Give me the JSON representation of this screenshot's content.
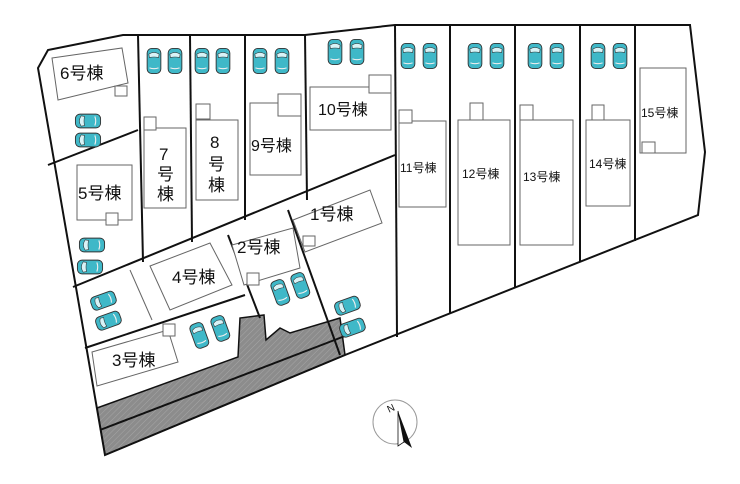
{
  "title": "区画図",
  "lots": {
    "l1": "1号棟",
    "l2": "2号棟",
    "l3": "3号棟",
    "l4": "4号棟",
    "l5": "5号棟",
    "l6": "6号棟",
    "l7a": "7",
    "l7b": "号",
    "l7c": "棟",
    "l8a": "8",
    "l8b": "号",
    "l8c": "棟",
    "l9": "9号棟",
    "l10": "10号棟",
    "l11": "11号棟",
    "l12": "12号棟",
    "l13": "13号棟",
    "l14": "14号棟",
    "l15": "15号棟"
  },
  "compass": {
    "label": "N"
  },
  "colors": {
    "car": "#3fb8c8",
    "road": "#8c8c8c"
  }
}
